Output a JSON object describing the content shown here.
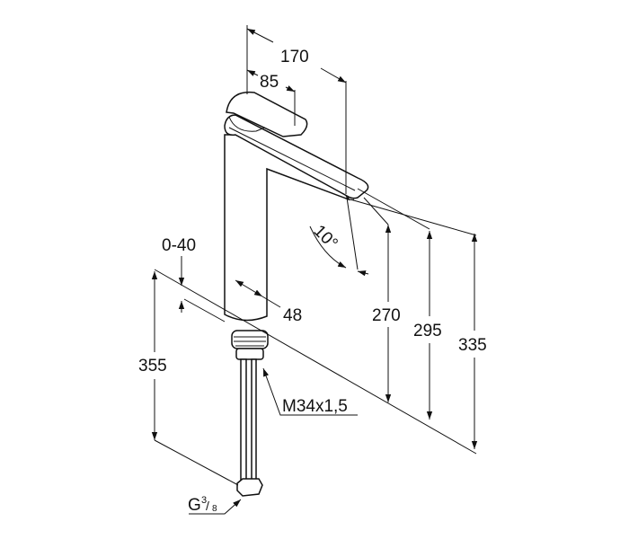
{
  "dimensions": {
    "spout_reach": "170",
    "handle_length": "85",
    "spout_angle": "10°",
    "deck_thickness": "0-40",
    "body_diameter": "48",
    "spout_height": "270",
    "handle_height_lower": "295",
    "total_height": "335",
    "hose_length": "355",
    "mount_thread": "M34x1,5",
    "connection_g": "G",
    "connection_sup": "3",
    "connection_sub": "8"
  },
  "colors": {
    "line": "#111111",
    "background": "#ffffff"
  }
}
